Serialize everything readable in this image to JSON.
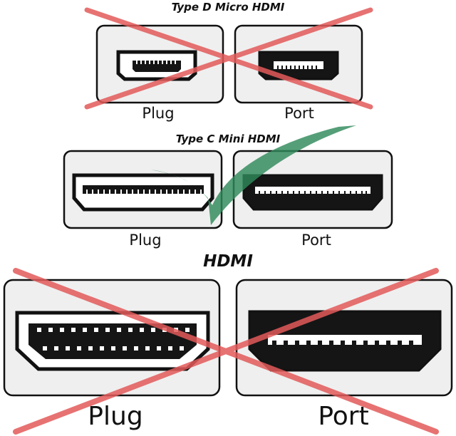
{
  "sections": [
    {
      "title": "Type D Micro HDMI",
      "plug_label": "Plug",
      "port_label": "Port",
      "status": "incorrect",
      "mark": "red-x"
    },
    {
      "title": "Type C Mini HDMI",
      "plug_label": "Plug",
      "port_label": "Port",
      "status": "correct",
      "mark": "green-check"
    },
    {
      "title": "HDMI",
      "plug_label": "Plug",
      "port_label": "Port",
      "status": "incorrect",
      "mark": "red-x"
    }
  ],
  "colors": {
    "cross_red": "#e35a5a",
    "check_green": "#2f8a5a",
    "box_fill": "#efefef",
    "outline": "#111111"
  }
}
